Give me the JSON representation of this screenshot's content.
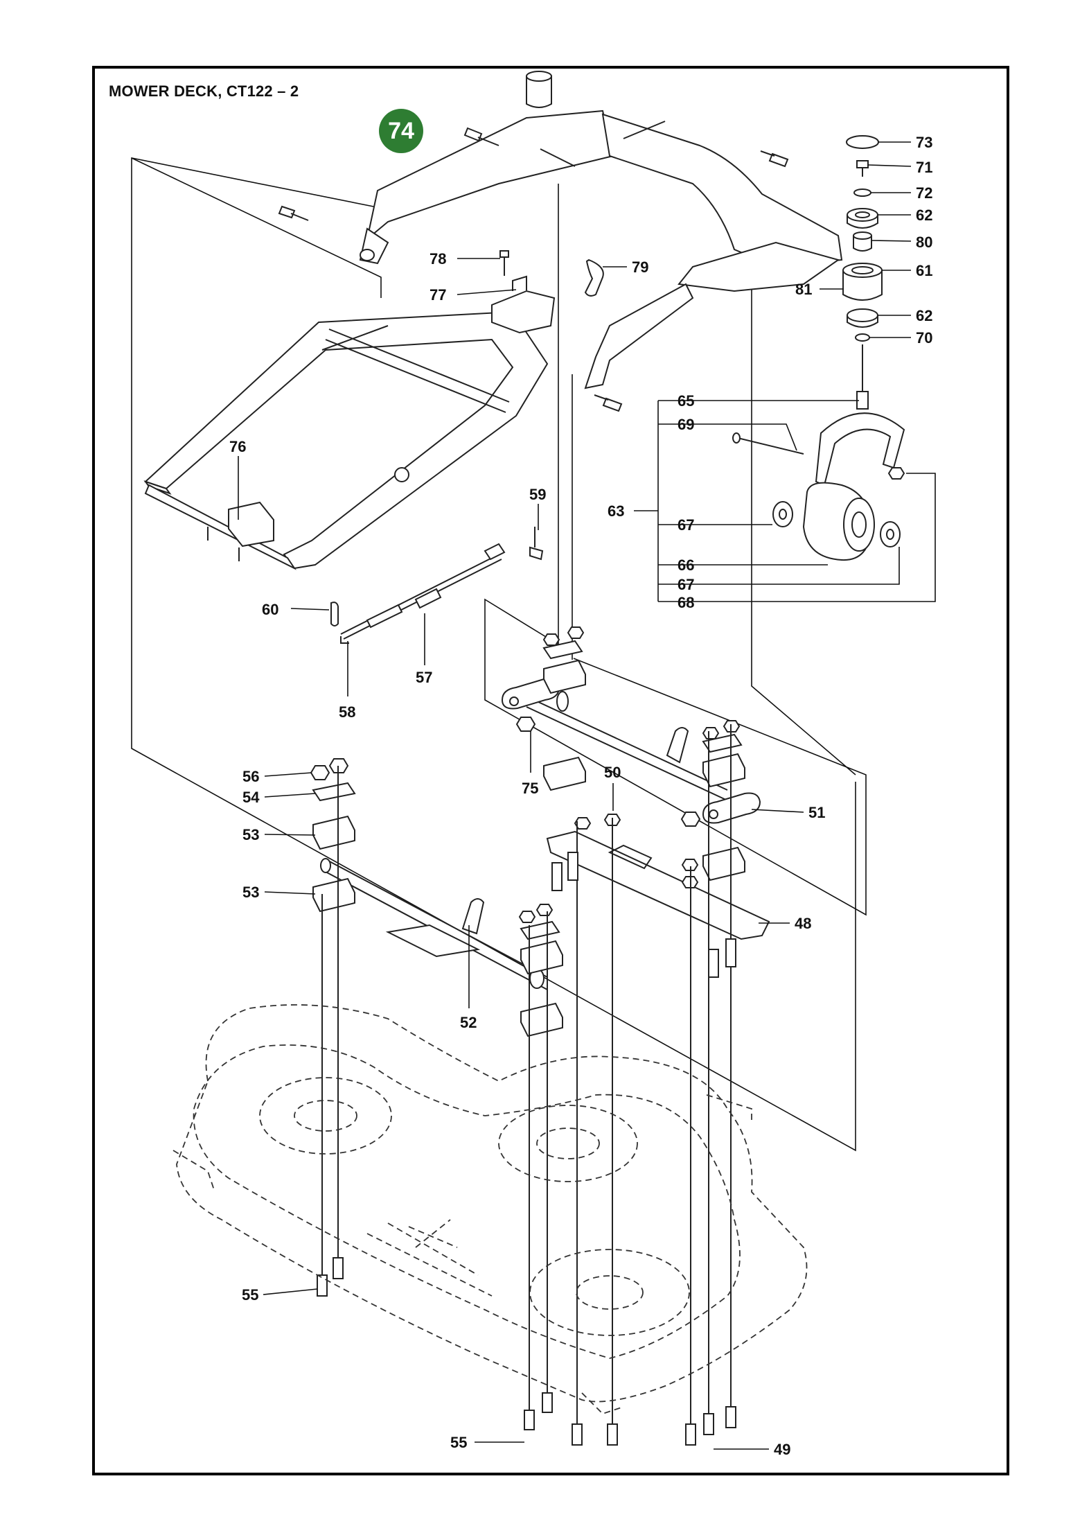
{
  "title": "MOWER DECK, CT122 – 2",
  "callout": {
    "number": "74",
    "color": "#2e7d32"
  },
  "labels": [
    {
      "id": "73",
      "text": "73"
    },
    {
      "id": "71",
      "text": "71"
    },
    {
      "id": "72",
      "text": "72"
    },
    {
      "id": "62a",
      "text": "62"
    },
    {
      "id": "80",
      "text": "80"
    },
    {
      "id": "61",
      "text": "61"
    },
    {
      "id": "81",
      "text": "81"
    },
    {
      "id": "62b",
      "text": "62"
    },
    {
      "id": "70",
      "text": "70"
    },
    {
      "id": "65",
      "text": "65"
    },
    {
      "id": "69",
      "text": "69"
    },
    {
      "id": "63",
      "text": "63"
    },
    {
      "id": "67a",
      "text": "67"
    },
    {
      "id": "66",
      "text": "66"
    },
    {
      "id": "67b",
      "text": "67"
    },
    {
      "id": "68",
      "text": "68"
    },
    {
      "id": "78",
      "text": "78"
    },
    {
      "id": "77",
      "text": "77"
    },
    {
      "id": "79",
      "text": "79"
    },
    {
      "id": "76",
      "text": "76"
    },
    {
      "id": "59",
      "text": "59"
    },
    {
      "id": "60",
      "text": "60"
    },
    {
      "id": "57",
      "text": "57"
    },
    {
      "id": "58",
      "text": "58"
    },
    {
      "id": "75",
      "text": "75"
    },
    {
      "id": "50",
      "text": "50"
    },
    {
      "id": "51",
      "text": "51"
    },
    {
      "id": "56",
      "text": "56"
    },
    {
      "id": "54",
      "text": "54"
    },
    {
      "id": "53a",
      "text": "53"
    },
    {
      "id": "53b",
      "text": "53"
    },
    {
      "id": "48",
      "text": "48"
    },
    {
      "id": "52",
      "text": "52"
    },
    {
      "id": "55a",
      "text": "55"
    },
    {
      "id": "55b",
      "text": "55"
    },
    {
      "id": "49",
      "text": "49"
    }
  ]
}
